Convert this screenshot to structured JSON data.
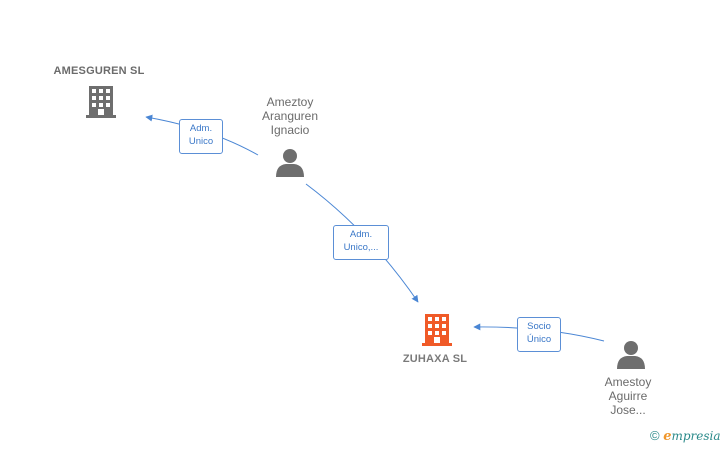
{
  "nodes": {
    "amesguren": {
      "label": "AMESGUREN SL",
      "type": "company",
      "color": "#6e6e6e"
    },
    "zuhaxa": {
      "label": "ZUHAXA  SL",
      "type": "company",
      "color": "#f05a28"
    },
    "ameztoy": {
      "label_lines": [
        "Ameztoy",
        "Aranguren",
        "Ignacio"
      ],
      "type": "person",
      "color": "#6e6e6e"
    },
    "amestoy": {
      "label_lines": [
        "Amestoy",
        "Aguirre",
        "Jose..."
      ],
      "type": "person",
      "color": "#6e6e6e"
    }
  },
  "edges": [
    {
      "from": "ameztoy",
      "to": "amesguren",
      "lines": [
        "Adm.",
        "Unico"
      ]
    },
    {
      "from": "ameztoy",
      "to": "zuhaxa",
      "lines": [
        "Adm.",
        "Unico,..."
      ]
    },
    {
      "from": "amestoy",
      "to": "zuhaxa",
      "lines": [
        "Socio",
        "Único"
      ]
    }
  ],
  "colors": {
    "edge": "#4a86d4",
    "icon_gray": "#6e6e6e",
    "icon_orange": "#f05a28"
  },
  "brand": {
    "copyright": "©",
    "e": "e",
    "rest": "mpresia"
  }
}
